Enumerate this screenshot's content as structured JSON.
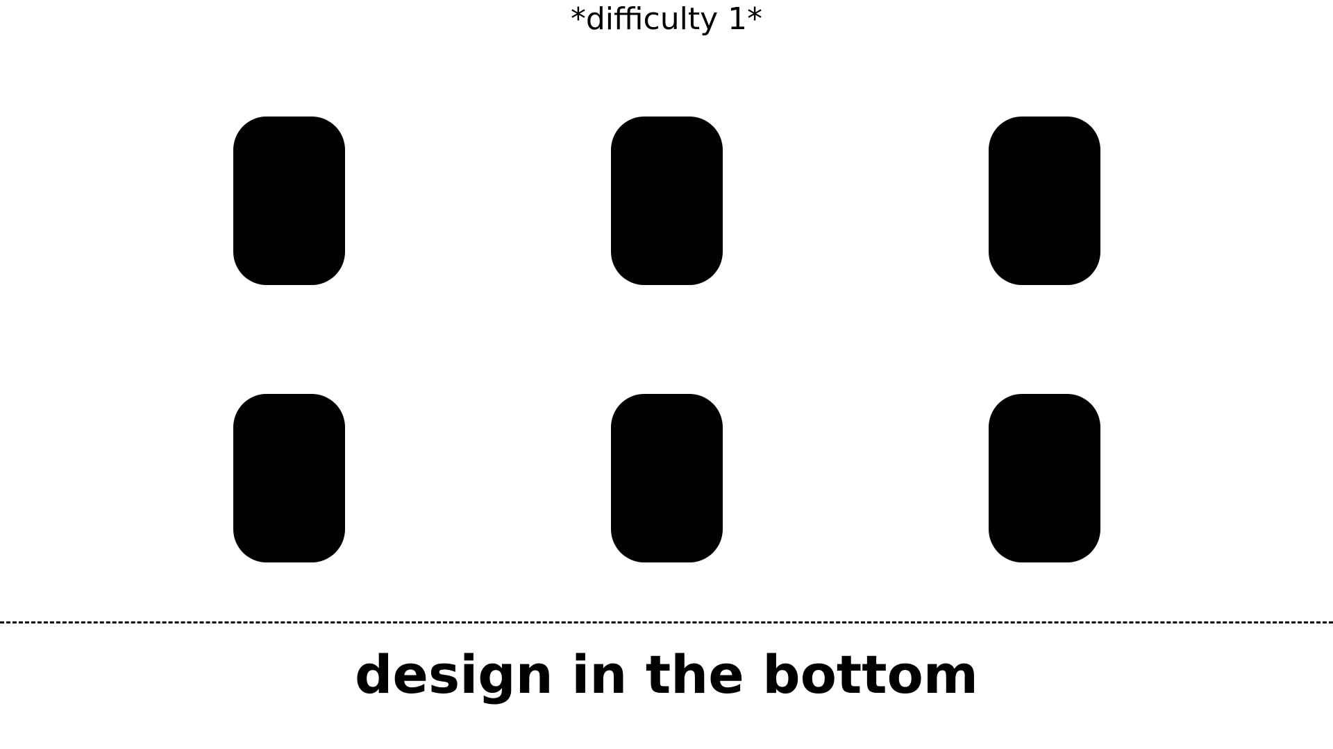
{
  "page": {
    "subtitle": "*difficulty 1*",
    "heading": "design in the bottom"
  },
  "grid": {
    "rows": 2,
    "columns": 3,
    "item_count": 6,
    "item_color": "#000000"
  }
}
